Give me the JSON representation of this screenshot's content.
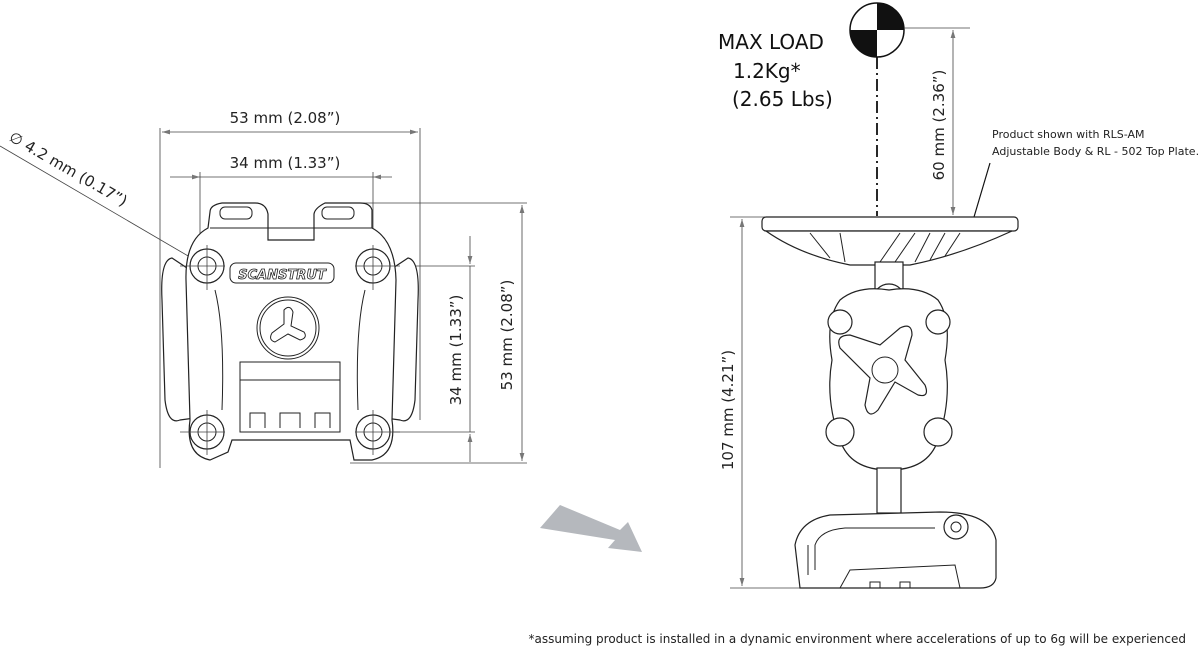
{
  "top_view": {
    "width_outer": "53 mm (2.08”)",
    "width_holes": "34 mm (1.33”)",
    "hole_diameter": "∅ 4.2 mm (0.17”)",
    "height_holes": "34 mm (1.33”)",
    "height_outer": "53 mm (2.08”)",
    "logo": "SCANSTRUT"
  },
  "side_view": {
    "max_load_title": "MAX LOAD",
    "max_load_kg": "1.2Kg*",
    "max_load_lbs": "(2.65 Lbs)",
    "load_height": "60 mm (2.36”)",
    "total_height": "107 mm (4.21”)",
    "note_line1": "Product shown with RLS-AM",
    "note_line2": "Adjustable Body & RL - 502 Top Plate."
  },
  "footnote": "*assuming product is installed in a dynamic environment where accelerations of up to 6g will be experienced",
  "colors": {
    "line": "#222222",
    "arrow": "#b5b8bd"
  }
}
